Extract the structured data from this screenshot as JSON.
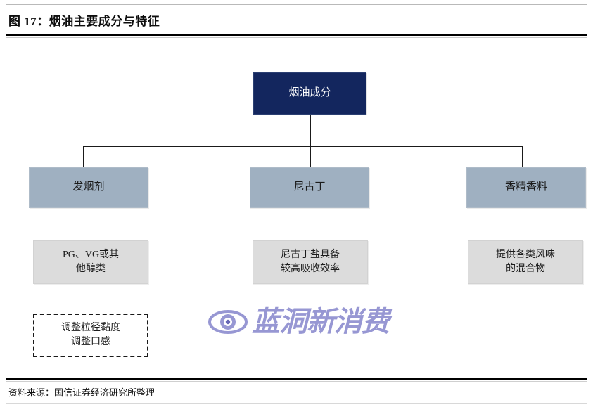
{
  "figure": {
    "title": "图 17：烟油主要成分与特征",
    "source": "资料来源：国信证券经济研究所整理"
  },
  "diagram": {
    "root": {
      "label": "烟油成分"
    },
    "categories": [
      {
        "label": "发烟剂"
      },
      {
        "label": "尼古丁"
      },
      {
        "label": "香精香料"
      }
    ],
    "descriptions": [
      {
        "label": "PG、VG或其\n他醇类"
      },
      {
        "label": "尼古丁盐具备\n较高吸收效率"
      },
      {
        "label": "提供各类风味\n的混合物"
      }
    ],
    "notes": [
      {
        "label": "调整粒径黏度\n调整口感"
      }
    ],
    "colors": {
      "root_fill": "#13265e",
      "category_fill": "#9fb0c1",
      "description_fill": "#dcdcdc",
      "connector": "#1a1a1a"
    }
  },
  "watermark": {
    "text": "蓝洞新消费",
    "color": "#8f8fd0"
  }
}
